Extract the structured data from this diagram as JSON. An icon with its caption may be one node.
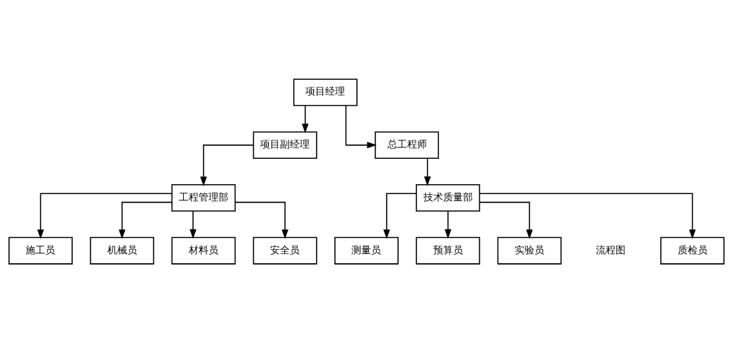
{
  "diagram": {
    "nodes": [
      {
        "text": [
          "项目经理"
        ]
      },
      {
        "text": [
          "项目副经理"
        ]
      },
      {
        "text": [
          "总工程师"
        ]
      },
      {
        "text": [
          "工程管理部"
        ]
      },
      {
        "text": [
          "技术质量部"
        ]
      },
      {
        "text": [
          "材料员"
        ]
      },
      {
        "text": [
          "机械员"
        ]
      },
      {
        "text": [
          "安全员"
        ]
      },
      {
        "text": [
          "施工员"
        ]
      },
      {
        "text": [
          "质检员"
        ]
      },
      {
        "text": [
          "测量员"
        ]
      },
      {
        "text": [
          "预算员"
        ]
      },
      {
        "text": [
          "实验员"
        ]
      }
    ],
    "edges": [
      {
        "from": 0,
        "to": 1,
        "arrow": "to"
      },
      {
        "from": 0,
        "to": 2,
        "arrow": "to"
      },
      {
        "from": 1,
        "to": 3,
        "arrow": "to"
      },
      {
        "from": 2,
        "to": 4,
        "arrow": "to"
      },
      {
        "from": 3,
        "to": 5,
        "arrow": "to"
      },
      {
        "from": 3,
        "to": 6,
        "arrow": "to"
      },
      {
        "from": 3,
        "to": 7,
        "arrow": "to"
      },
      {
        "from": 3,
        "to": 8,
        "arrow": "to"
      },
      {
        "from": 4,
        "to": 9,
        "arrow": "to"
      },
      {
        "from": 4,
        "to": 10,
        "arrow": "to"
      },
      {
        "from": 4,
        "to": 11,
        "arrow": "to"
      },
      {
        "from": 4,
        "to": 12,
        "arrow": "to"
      }
    ],
    "labels": [
      "流程图"
    ]
  }
}
